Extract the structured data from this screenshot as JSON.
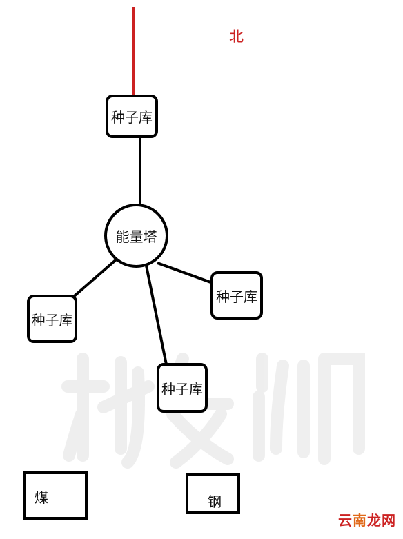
{
  "diagram": {
    "north_label": "北",
    "center": {
      "label": "能量塔"
    },
    "seed_stores": [
      {
        "label": "种子库"
      },
      {
        "label": "种子库"
      },
      {
        "label": "种子库"
      },
      {
        "label": "种子库"
      }
    ],
    "resources": [
      {
        "label": "煤"
      },
      {
        "label": "钢"
      }
    ]
  },
  "branding": {
    "watermark_text": "游侠网",
    "logo_part1": "云",
    "logo_part2": "南",
    "logo_part3": "龙网"
  },
  "colors": {
    "north_line": "#cc2222",
    "connector": "#000000",
    "north_text": "#cc2222"
  }
}
